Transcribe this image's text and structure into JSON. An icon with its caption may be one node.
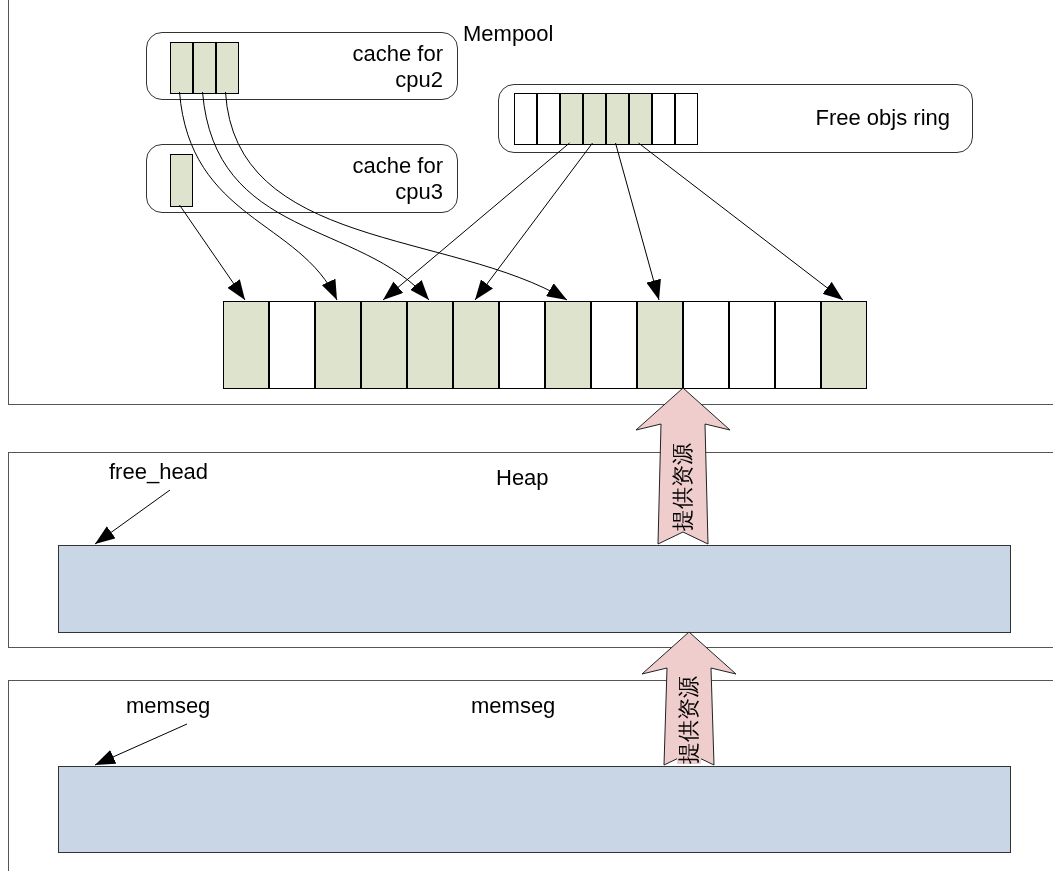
{
  "diagram": {
    "nodes": [
      {
        "text": [
          "Mempool"
        ]
      },
      {
        "text": [
          "cache for cpu2"
        ],
        "in": 0
      },
      {
        "text": [],
        "shape": "box",
        "in": 1
      },
      {
        "text": [],
        "shape": "box",
        "in": 1
      },
      {
        "text": [],
        "shape": "box",
        "in": 1
      },
      {
        "text": [
          "cache for cpu3"
        ],
        "in": 0
      },
      {
        "text": [],
        "shape": "box",
        "in": 5
      },
      {
        "text": [
          "Free objs ring"
        ],
        "in": 0
      },
      {
        "text": [],
        "shape": "box",
        "in": 7
      },
      {
        "text": [],
        "shape": "box",
        "in": 7
      },
      {
        "text": [],
        "shape": "box",
        "in": 7
      },
      {
        "text": [],
        "shape": "box",
        "in": 7
      },
      {
        "text": [],
        "shape": "box",
        "in": 7
      },
      {
        "text": [],
        "shape": "box",
        "in": 7
      },
      {
        "text": [],
        "shape": "box",
        "in": 7
      },
      {
        "text": [],
        "shape": "box",
        "in": 7
      },
      {
        "text": [],
        "shape": "box",
        "in": 0
      },
      {
        "text": [],
        "shape": "box",
        "in": 0
      },
      {
        "text": [],
        "shape": "box",
        "in": 0
      },
      {
        "text": [],
        "shape": "box",
        "in": 0
      },
      {
        "text": [],
        "shape": "box",
        "in": 0
      },
      {
        "text": [],
        "shape": "box",
        "in": 0
      },
      {
        "text": [],
        "shape": "box",
        "in": 0
      },
      {
        "text": [],
        "shape": "box",
        "in": 0
      },
      {
        "text": [],
        "shape": "box",
        "in": 0
      },
      {
        "text": [],
        "shape": "box",
        "in": 0
      },
      {
        "text": [],
        "shape": "box",
        "in": 0
      },
      {
        "text": [],
        "shape": "box",
        "in": 0
      },
      {
        "text": [],
        "shape": "box",
        "in": 0
      },
      {
        "text": [],
        "shape": "box",
        "in": 0
      },
      {
        "text": [
          "Heap"
        ]
      },
      {
        "text": [
          "free_head"
        ],
        "in": 30
      },
      {
        "text": [],
        "shape": "bar",
        "in": 30
      },
      {
        "text": [
          "memseg"
        ]
      },
      {
        "text": [
          "memseg"
        ],
        "in": 33
      },
      {
        "text": [],
        "shape": "bar",
        "in": 33
      }
    ],
    "edges": [
      {
        "from": 2,
        "to": 18,
        "arrow": "to"
      },
      {
        "from": 3,
        "to": 20,
        "arrow": "to"
      },
      {
        "from": 4,
        "to": 23,
        "arrow": "to"
      },
      {
        "from": 6,
        "to": 16,
        "arrow": "to"
      },
      {
        "from": 10,
        "to": 19,
        "arrow": "to"
      },
      {
        "from": 11,
        "to": 21,
        "arrow": "to"
      },
      {
        "from": 12,
        "to": 25,
        "arrow": "to"
      },
      {
        "from": 13,
        "to": 29,
        "arrow": "to"
      },
      {
        "from": 31,
        "to": 32,
        "arrow": "to"
      },
      {
        "from": 34,
        "to": 35,
        "arrow": "to"
      },
      {
        "from": 32,
        "to": 25,
        "arrow": "to",
        "label": "提供资源",
        "style": "thick",
        "color": "#f0cdcd"
      },
      {
        "from": 35,
        "to": 32,
        "arrow": "to",
        "label": "提供资源",
        "style": "thick",
        "color": "#f0cdcd"
      }
    ]
  }
}
